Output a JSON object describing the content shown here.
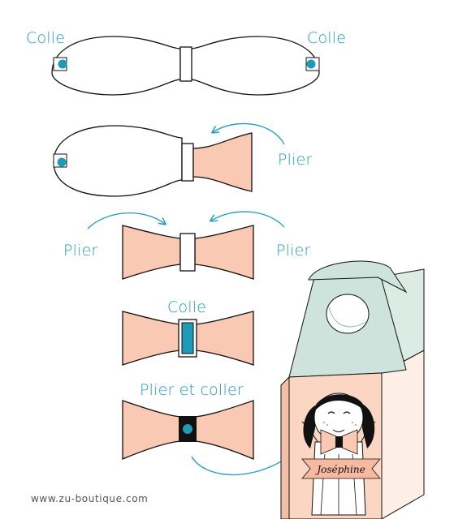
{
  "labels": {
    "glue": "Colle",
    "fold": "Plier",
    "fold_and_glue": "Plier et coller"
  },
  "box_name": "Joséphine",
  "footer": "www.zu-boutique.com",
  "colors": {
    "accent": "#1f9bb8",
    "bow": "#f9c9b4",
    "box_top": "#cde3db",
    "box_side": "#f9c9b4",
    "outline": "#111111"
  }
}
